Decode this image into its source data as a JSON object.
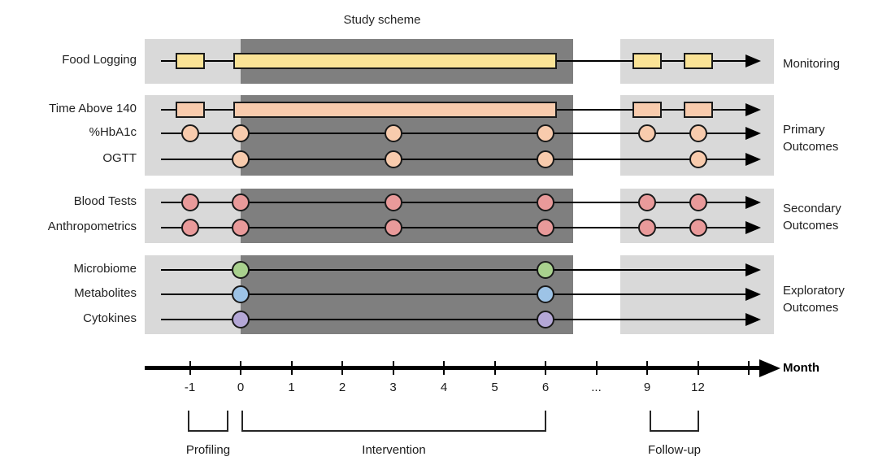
{
  "title": "Study scheme",
  "colors": {
    "light_band": "#D9D9D9",
    "dark_band": "#7F7F7F",
    "yellow": "#FAE396",
    "orange": "#F8CBAD",
    "pink": "#E99A9A",
    "green": "#A9D18E",
    "blue": "#9DC3E6",
    "purple": "#B4A7D6"
  },
  "axis": {
    "label": "Month",
    "ticks": [
      "-1",
      "0",
      "1",
      "2",
      "3",
      "4",
      "5",
      "6",
      "...",
      "9",
      "12",
      ""
    ]
  },
  "phases": [
    {
      "label": "Profiling",
      "from_month": -1,
      "to_month": 0
    },
    {
      "label": "Intervention",
      "from_month": 0,
      "to_month": 6
    },
    {
      "label": "Follow-up",
      "from_month": 9,
      "to_month": 12
    }
  ],
  "groups": [
    {
      "name": "Monitoring",
      "label_lines": [
        "Monitoring"
      ],
      "rows": [
        {
          "label": "Food Logging",
          "color": "yellow",
          "short_bars": [
            -1,
            9,
            12
          ],
          "long_bars": [
            [
              0,
              6
            ]
          ],
          "circles": []
        }
      ]
    },
    {
      "name": "Primary Outcomes",
      "label_lines": [
        "Primary",
        "Outcomes"
      ],
      "rows": [
        {
          "label": "Time Above 140",
          "color": "orange",
          "short_bars": [
            -1,
            9,
            12
          ],
          "long_bars": [
            [
              0,
              6
            ]
          ],
          "circles": []
        },
        {
          "label": "%HbA1c",
          "color": "orange",
          "short_bars": [],
          "long_bars": [],
          "circles": [
            -1,
            0,
            3,
            6,
            9,
            12
          ]
        },
        {
          "label": "OGTT",
          "color": "orange",
          "short_bars": [],
          "long_bars": [],
          "circles": [
            0,
            3,
            6,
            12
          ]
        }
      ]
    },
    {
      "name": "Secondary Outcomes",
      "label_lines": [
        "Secondary",
        "Outcomes"
      ],
      "rows": [
        {
          "label": "Blood Tests",
          "color": "pink",
          "short_bars": [],
          "long_bars": [],
          "circles": [
            -1,
            0,
            3,
            6,
            9,
            12
          ]
        },
        {
          "label": "Anthropometrics",
          "color": "pink",
          "short_bars": [],
          "long_bars": [],
          "circles": [
            -1,
            0,
            3,
            6,
            9,
            12
          ]
        }
      ]
    },
    {
      "name": "Exploratory Outcomes",
      "label_lines": [
        "Exploratory",
        "Outcomes"
      ],
      "rows": [
        {
          "label": "Microbiome",
          "color": "green",
          "short_bars": [],
          "long_bars": [],
          "circles": [
            0,
            6
          ]
        },
        {
          "label": "Metabolites",
          "color": "blue",
          "short_bars": [],
          "long_bars": [],
          "circles": [
            0,
            6
          ]
        },
        {
          "label": "Cytokines",
          "color": "purple",
          "short_bars": [],
          "long_bars": [],
          "circles": [
            0,
            6
          ]
        }
      ]
    }
  ]
}
